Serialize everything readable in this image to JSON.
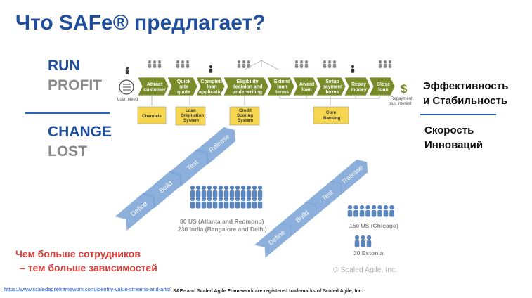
{
  "title": "Что SAFe® предлагает?",
  "left_labels": {
    "run": "RUN",
    "profit": "PROFIT",
    "change": "CHANGE",
    "lost": "LOST"
  },
  "right_labels": {
    "efficiency_line1": "Эффективность",
    "efficiency_line2": "и Стабильность",
    "speed_line1": "Скорость",
    "speed_line2": "Инноваций"
  },
  "value_stream": {
    "loan_need": "Loan Need",
    "steps": [
      [
        "Attract",
        "customer"
      ],
      [
        "Quick",
        "rate",
        "quote"
      ],
      [
        "Complete",
        "loan",
        "application"
      ],
      [
        "Eligibility",
        "decision and",
        "underwriting"
      ],
      [
        "Extend",
        "loan",
        "terms"
      ],
      [
        "Award",
        "loan"
      ],
      [
        "Setup",
        "payment",
        "terms"
      ],
      [
        "Repay",
        "money"
      ],
      [
        "Close",
        "loan"
      ]
    ],
    "repayment": [
      "Repayment",
      "plus interest"
    ],
    "systems": [
      [
        "Channels"
      ],
      [
        "Loan",
        "Origination",
        "System"
      ],
      [
        "Credit",
        "Scoring",
        "System"
      ],
      [
        "Core",
        "Banking"
      ]
    ]
  },
  "pipelines": {
    "stages": [
      "Define",
      "Build",
      "Test",
      "Release"
    ],
    "team1_line1": "80 US (Atlanta and Redmond)",
    "team1_line2": "230 India (Bangalore and Delhi)",
    "team2_line1": "150 US (Chicago)",
    "team2_line2": "30 Estonia"
  },
  "note_line1": "Чем больше сотрудников",
  "note_line2": "– тем больше зависимостей",
  "copyright": "© Scaled Agile, Inc.",
  "url": "https://www.scaledagileframework.com/identify-value-streams-and-arts/",
  "trademark": "SAFe and Scaled Agile Framework are registered trademarks of Scaled Agile, Inc.",
  "colors": {
    "title_blue": "#1f4e9c",
    "arrow_green": "#7a8c2a",
    "system_yellow": "#f5d64e",
    "people_blue": "#5b86bf",
    "pipeline_blue": "#7fa6d8",
    "note_red": "#d9403a"
  }
}
